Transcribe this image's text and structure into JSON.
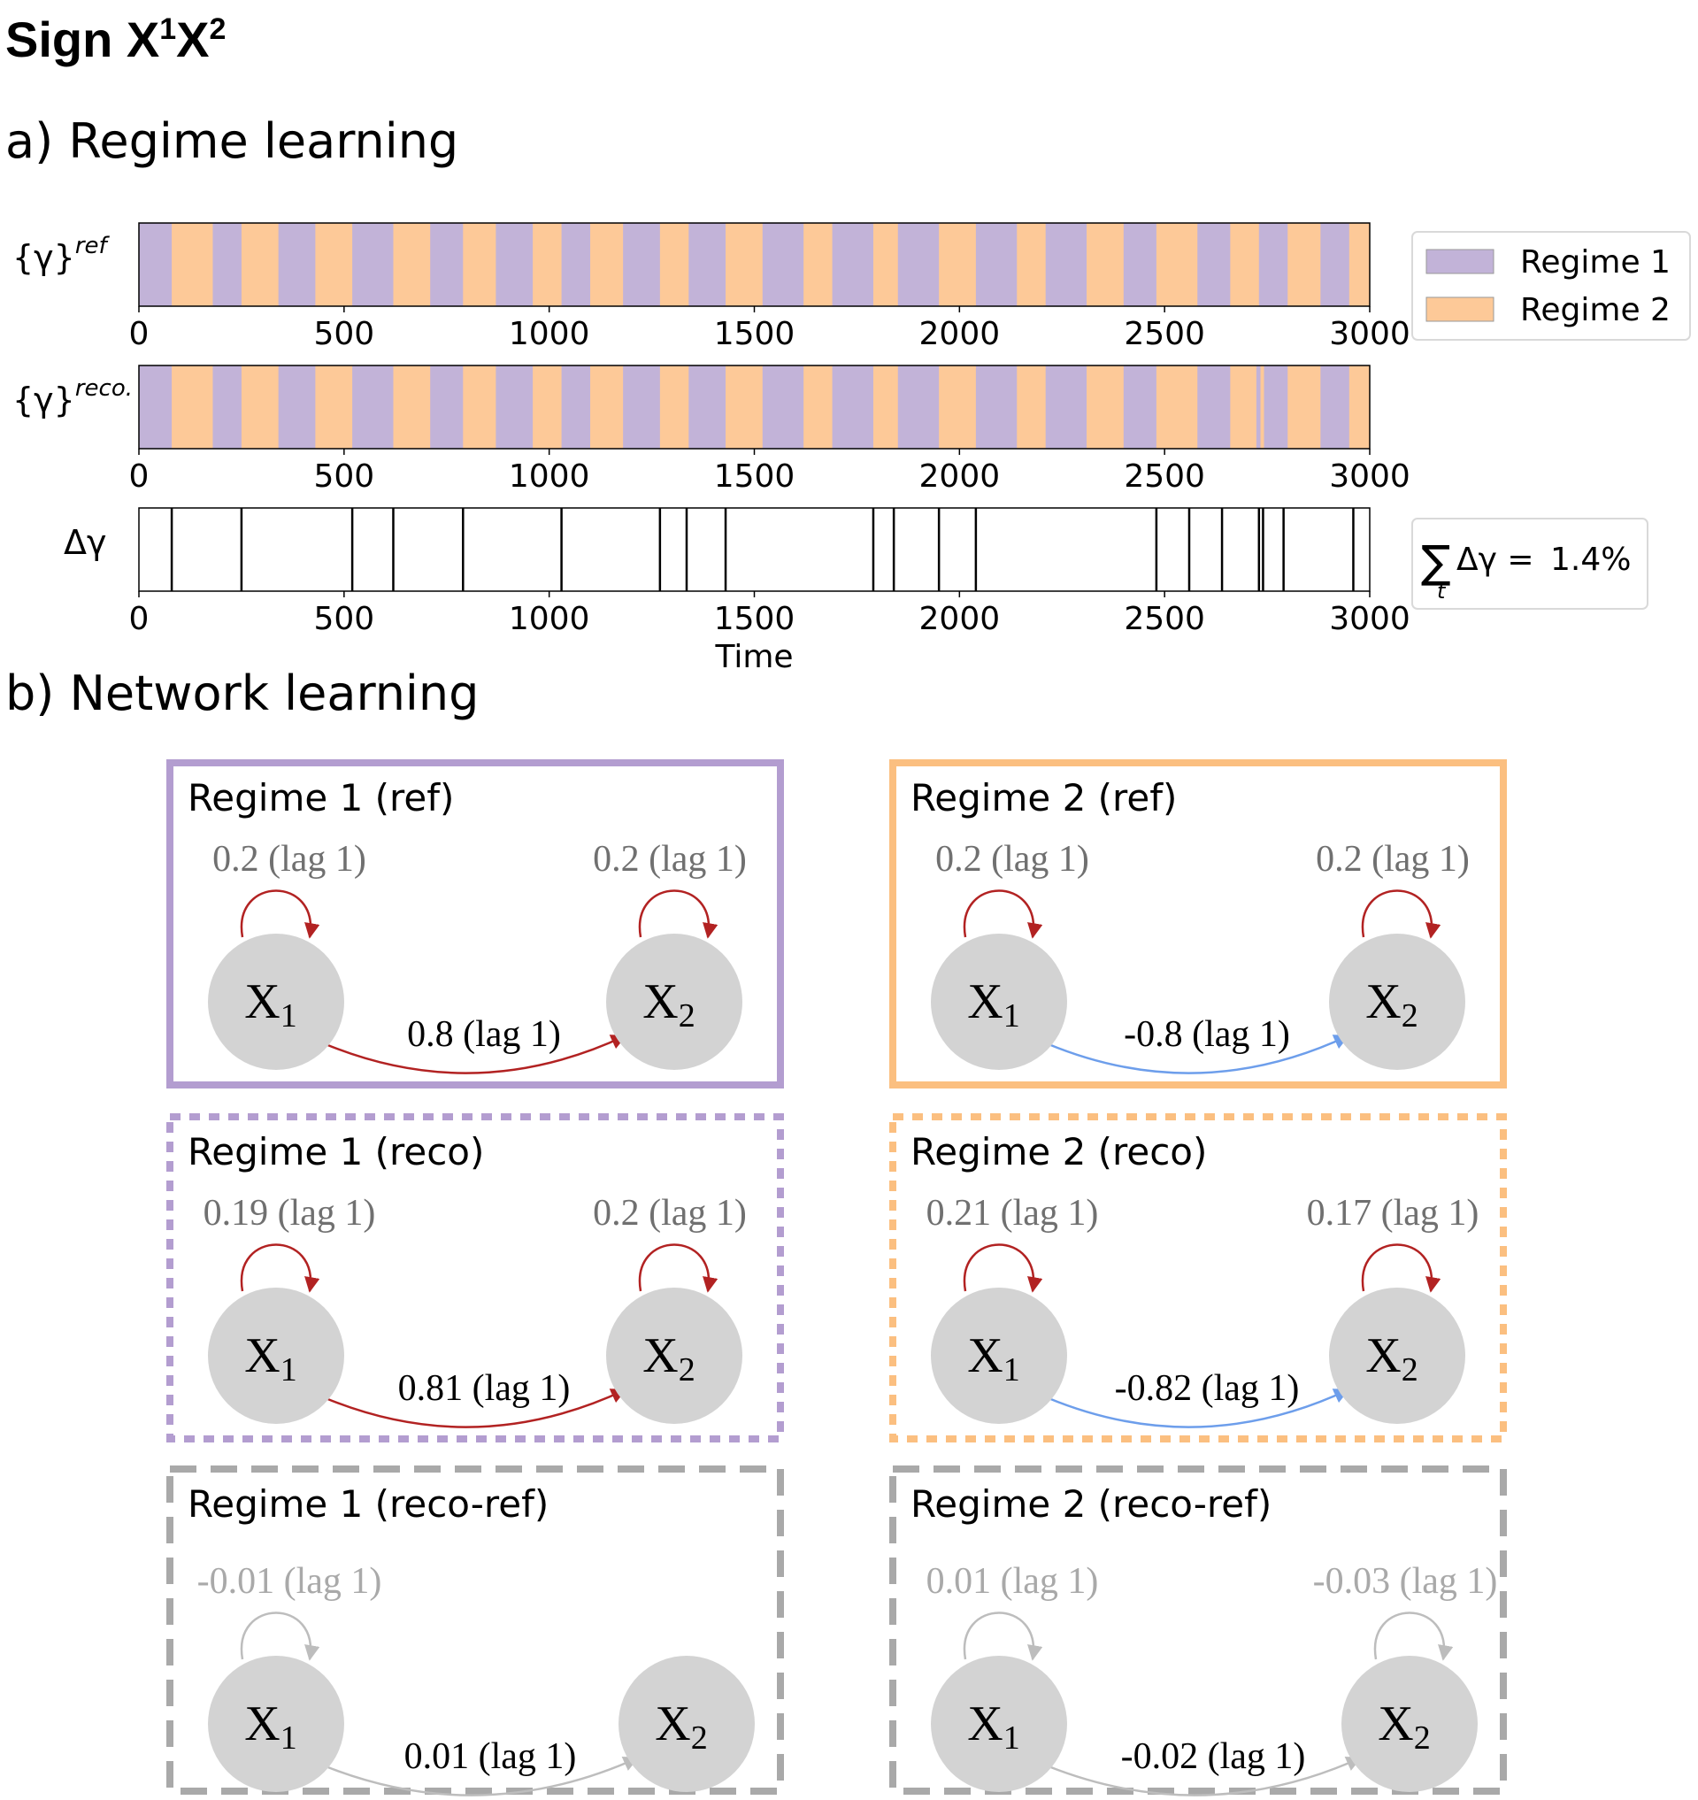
{
  "title": {
    "main": "Sign X",
    "sup1": "1",
    "mid": "X",
    "sup2": "2"
  },
  "section_a": "a) Regime learning",
  "section_b": "b) Network learning",
  "colors": {
    "regime1": "#c2b3d8",
    "regime2": "#fdc998",
    "red_edge": "#b22222",
    "blue_edge": "#6d9eeb",
    "grey_edge": "#bdbdbd",
    "node": "#d3d3d3",
    "box1": "#b39dd0",
    "box2": "#fbbf80",
    "boxgrey": "#a9a9a9"
  },
  "chart_data": [
    {
      "type": "timeline",
      "name": "ref",
      "ylabel": {
        "sym": "{γ}",
        "sup": "ref"
      },
      "xlim": [
        0,
        3000
      ],
      "xticks": [
        "0",
        "500",
        "1000",
        "1500",
        "2000",
        "2500",
        "3000"
      ],
      "segments": [
        [
          0,
          80,
          1
        ],
        [
          80,
          180,
          2
        ],
        [
          180,
          250,
          1
        ],
        [
          250,
          340,
          2
        ],
        [
          340,
          430,
          1
        ],
        [
          430,
          520,
          2
        ],
        [
          520,
          620,
          1
        ],
        [
          620,
          710,
          2
        ],
        [
          710,
          790,
          1
        ],
        [
          790,
          870,
          2
        ],
        [
          870,
          960,
          1
        ],
        [
          960,
          1030,
          2
        ],
        [
          1030,
          1100,
          1
        ],
        [
          1100,
          1180,
          2
        ],
        [
          1180,
          1270,
          1
        ],
        [
          1270,
          1340,
          2
        ],
        [
          1340,
          1430,
          1
        ],
        [
          1430,
          1520,
          2
        ],
        [
          1520,
          1620,
          1
        ],
        [
          1620,
          1690,
          2
        ],
        [
          1690,
          1790,
          1
        ],
        [
          1790,
          1850,
          2
        ],
        [
          1850,
          1950,
          1
        ],
        [
          1950,
          2040,
          2
        ],
        [
          2040,
          2140,
          1
        ],
        [
          2140,
          2210,
          2
        ],
        [
          2210,
          2310,
          1
        ],
        [
          2310,
          2400,
          2
        ],
        [
          2400,
          2480,
          1
        ],
        [
          2480,
          2580,
          2
        ],
        [
          2580,
          2660,
          1
        ],
        [
          2660,
          2730,
          2
        ],
        [
          2730,
          2800,
          1
        ],
        [
          2800,
          2880,
          2
        ],
        [
          2880,
          2950,
          1
        ],
        [
          2950,
          3000,
          2
        ]
      ]
    },
    {
      "type": "timeline",
      "name": "reco",
      "ylabel": {
        "sym": "{γ}",
        "sup": "reco."
      },
      "xlim": [
        0,
        3000
      ],
      "xticks": [
        "0",
        "500",
        "1000",
        "1500",
        "2000",
        "2500",
        "3000"
      ],
      "segments": [
        [
          0,
          80,
          1
        ],
        [
          80,
          180,
          2
        ],
        [
          180,
          250,
          1
        ],
        [
          250,
          340,
          2
        ],
        [
          340,
          430,
          1
        ],
        [
          430,
          520,
          2
        ],
        [
          520,
          620,
          1
        ],
        [
          620,
          710,
          2
        ],
        [
          710,
          790,
          1
        ],
        [
          790,
          870,
          2
        ],
        [
          870,
          960,
          1
        ],
        [
          960,
          1030,
          2
        ],
        [
          1030,
          1100,
          1
        ],
        [
          1100,
          1180,
          2
        ],
        [
          1180,
          1270,
          1
        ],
        [
          1270,
          1340,
          2
        ],
        [
          1340,
          1430,
          1
        ],
        [
          1430,
          1520,
          2
        ],
        [
          1520,
          1620,
          1
        ],
        [
          1620,
          1690,
          2
        ],
        [
          1690,
          1790,
          1
        ],
        [
          1790,
          1850,
          2
        ],
        [
          1850,
          1950,
          1
        ],
        [
          1950,
          2040,
          2
        ],
        [
          2040,
          2140,
          1
        ],
        [
          2140,
          2210,
          2
        ],
        [
          2210,
          2310,
          1
        ],
        [
          2310,
          2400,
          2
        ],
        [
          2400,
          2480,
          1
        ],
        [
          2480,
          2580,
          2
        ],
        [
          2580,
          2660,
          1
        ],
        [
          2660,
          2730,
          2
        ],
        [
          2730,
          2800,
          1
        ],
        [
          2800,
          2880,
          2
        ],
        [
          2880,
          2950,
          1
        ],
        [
          2950,
          3000,
          2
        ]
      ],
      "spikes": [
        [
          1838,
          2
        ],
        [
          2728,
          1
        ],
        [
          2738,
          2
        ]
      ]
    },
    {
      "type": "event_lines",
      "name": "delta",
      "ylabel": {
        "sym": "Δγ"
      },
      "xlabel": "Time",
      "xlim": [
        0,
        3000
      ],
      "xticks": [
        "0",
        "500",
        "1000",
        "1500",
        "2000",
        "2500",
        "3000"
      ],
      "lines": [
        80,
        250,
        520,
        620,
        790,
        1030,
        1270,
        1335,
        1430,
        1790,
        1840,
        1950,
        2040,
        2480,
        2560,
        2640,
        2730,
        2740,
        2790,
        2960
      ]
    }
  ],
  "legend": [
    {
      "label": "Regime 1",
      "regime": 1
    },
    {
      "label": "Regime 2",
      "regime": 2
    }
  ],
  "sum_box": {
    "sym": "∑",
    "sub": "t",
    "expr": "Δγ =",
    "value": "1.4%"
  },
  "panels": [
    {
      "title": "Regime 1 (ref)",
      "style": "solid",
      "regime": 1,
      "self1": "0.2 (lag 1)",
      "self2": "0.2 (lag 1)",
      "cross": "0.8 (lag 1)",
      "self1_color": "red",
      "self2_color": "red",
      "cross_color": "red",
      "node1": {
        "base": "X",
        "sub": "1"
      },
      "node2": {
        "base": "X",
        "sub": "2"
      }
    },
    {
      "title": "Regime 2 (ref)",
      "style": "solid",
      "regime": 2,
      "self1": "0.2 (lag 1)",
      "self2": "0.2 (lag 1)",
      "cross": "-0.8 (lag 1)",
      "self1_color": "red",
      "self2_color": "red",
      "cross_color": "blue",
      "node1": {
        "base": "X",
        "sub": "1"
      },
      "node2": {
        "base": "X",
        "sub": "2"
      }
    },
    {
      "title": "Regime 1 (reco)",
      "style": "dotted",
      "regime": 1,
      "self1": "0.19 (lag 1)",
      "self2": "0.2 (lag 1)",
      "cross": "0.81 (lag 1)",
      "self1_color": "red",
      "self2_color": "red",
      "cross_color": "red",
      "node1": {
        "base": "X",
        "sub": "1"
      },
      "node2": {
        "base": "X",
        "sub": "2"
      }
    },
    {
      "title": "Regime 2 (reco)",
      "style": "dotted",
      "regime": 2,
      "self1": "0.21 (lag 1)",
      "self2": "0.17 (lag 1)",
      "cross": "-0.82 (lag 1)",
      "self1_color": "red",
      "self2_color": "red",
      "cross_color": "blue",
      "node1": {
        "base": "X",
        "sub": "1"
      },
      "node2": {
        "base": "X",
        "sub": "2"
      }
    },
    {
      "title": "Regime 1 (reco-ref)",
      "style": "dashed",
      "regime": 0,
      "self1": "-0.01 (lag 1)",
      "self2": "",
      "cross": "0.01 (lag 1)",
      "self1_color": "grey",
      "self2_color": "none",
      "cross_color": "grey",
      "node1": {
        "base": "X",
        "sub": "1"
      },
      "node2": {
        "base": "X",
        "sub": "2"
      }
    },
    {
      "title": "Regime 2 (reco-ref)",
      "style": "dashed",
      "regime": 0,
      "self1": "0.01 (lag 1)",
      "self2": "-0.03 (lag 1)",
      "cross": "-0.02 (lag 1)",
      "self1_color": "grey",
      "self2_color": "grey",
      "cross_color": "grey",
      "node1": {
        "base": "X",
        "sub": "1"
      },
      "node2": {
        "base": "X",
        "sub": "2"
      }
    }
  ]
}
